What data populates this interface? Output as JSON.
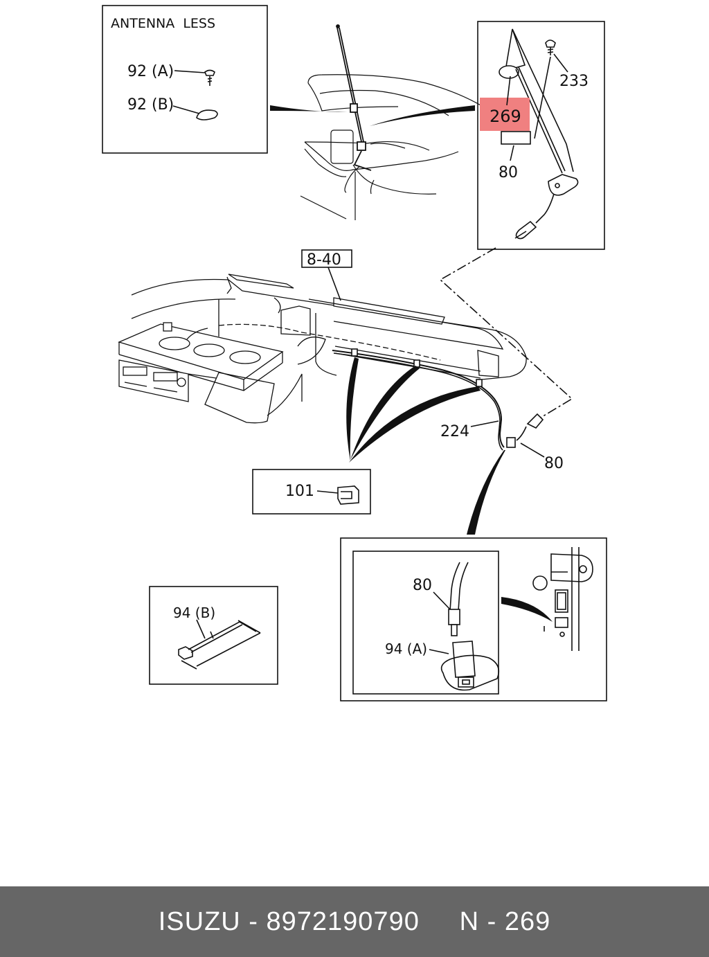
{
  "diagram": {
    "antenna_less_title": "ANTENNA  LESS",
    "label_92a": "92 (A)",
    "label_92b": "92 (B)",
    "label_233": "233",
    "label_269": "269",
    "label_80_top": "80",
    "label_8_40": "8-40",
    "label_224": "224",
    "label_80_right": "80",
    "label_101": "101",
    "label_94b": "94 (B)",
    "label_80_detail": "80",
    "label_94a": "94 (A)",
    "highlight_color": "#f08080"
  },
  "footer": {
    "brand": "ISUZU",
    "sep1": " - ",
    "part_number": "8972190790",
    "gap": "     ",
    "ref": "N - 269"
  }
}
